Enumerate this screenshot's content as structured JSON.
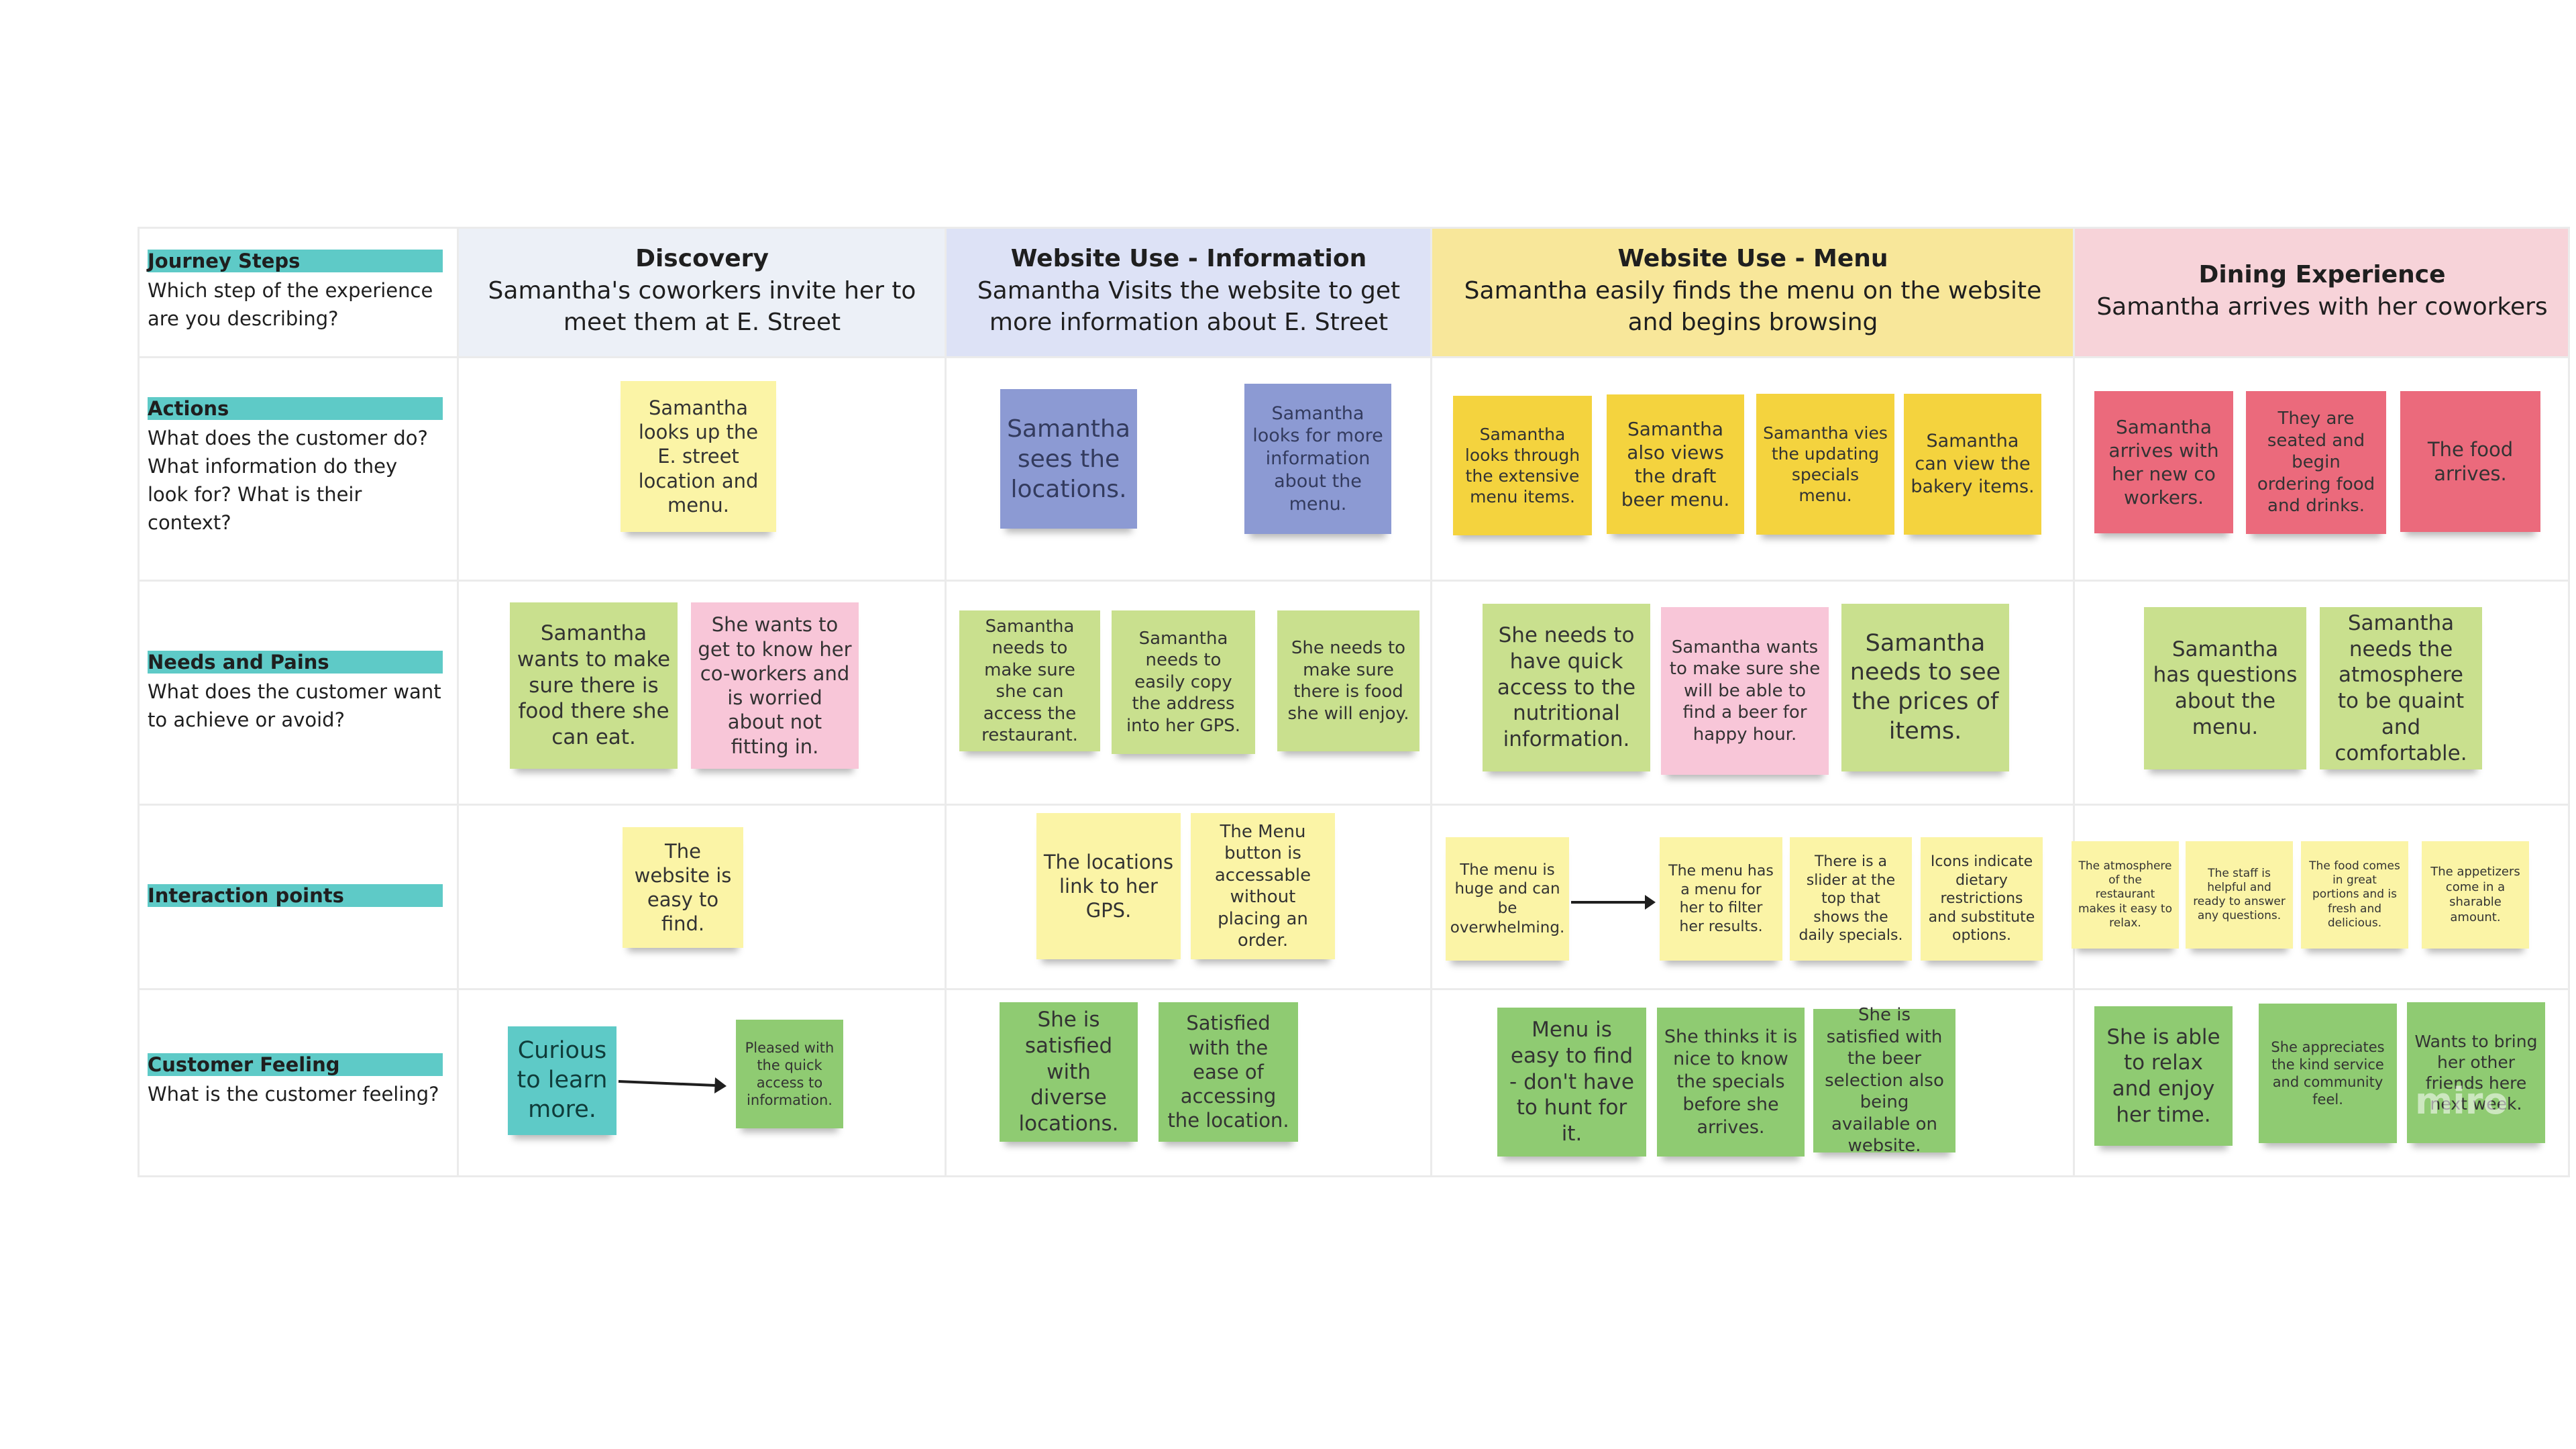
{
  "row_headers": {
    "journey_steps": {
      "title": "Journey Steps",
      "desc": "Which step of the experience are you describing?"
    },
    "actions": {
      "title": "Actions",
      "desc": "What does the customer do? What information do they look for? What is their context?"
    },
    "needs": {
      "title": "Needs and Pains",
      "desc": "What does the customer want to achieve or avoid?"
    },
    "interaction": {
      "title": "Interaction points",
      "desc": ""
    },
    "feeling": {
      "title": "Customer Feeling",
      "desc": "What is the customer feeling?"
    }
  },
  "stages": [
    {
      "title": "Discovery",
      "desc": "Samantha's coworkers invite her to meet them at E. Street",
      "color": "#ecf0f7"
    },
    {
      "title": "Website Use - Information",
      "desc": "Samantha Visits the website to get more information about E. Street",
      "color": "#dde2f6"
    },
    {
      "title": "Website Use - Menu",
      "desc": "Samantha easily finds the menu on the website and begins browsing",
      "color": "#f8e79a"
    },
    {
      "title": "Dining Experience",
      "desc": "Samantha arrives with her coworkers",
      "color": "#f7d3d9"
    }
  ],
  "notes": {
    "a1": "Samantha looks up the E. street location and menu.",
    "a2": "Samantha sees the locations.",
    "a3": "Samantha looks for more information about the menu.",
    "a4": "Samantha looks through the extensive menu items.",
    "a5": "Samantha also views the draft beer menu.",
    "a6": "Samantha vies the updating specials menu.",
    "a7": "Samantha can view the bakery items.",
    "a8": "Samantha arrives with her new co workers.",
    "a9": "They are seated and begin ordering food and drinks.",
    "a10": "The food arrives.",
    "n1": "Samantha wants to make sure there is food there she can eat.",
    "n2": "She wants to get to know her co-workers and is worried about not fitting in.",
    "n3": "Samantha needs to make sure she can access the restaurant.",
    "n4": "Samantha needs to easily copy the address into her GPS.",
    "n5": "She needs to make sure there is food she will enjoy.",
    "n6": "She needs to have quick access to the nutritional information.",
    "n7": "Samantha wants to make sure she will be able to find a beer for happy hour.",
    "n8": "Samantha needs to see the prices of items.",
    "n9": "Samantha has questions about the menu.",
    "n10": "Samantha needs the atmosphere to be quaint and comfortable.",
    "i1": "The website is easy to find.",
    "i2": "The locations link to her GPS.",
    "i3": "The Menu button is accessable without placing an order.",
    "i4": "The menu is huge and can be overwhelming.",
    "i5": "The menu has a menu for her to filter her results.",
    "i6": "There is a slider at the top that shows the daily specials.",
    "i7": "Icons indicate dietary restrictions and substitute options.",
    "i8": "The atmosphere of the restaurant makes it easy to relax.",
    "i9": "The staff is helpful and ready to answer any questions.",
    "i10": "The food comes in great portions and is fresh and delicious.",
    "i11": "The appetizers come in a sharable amount.",
    "f1": "Curious to learn more.",
    "f2": "Pleased with the quick access to information.",
    "f3": "She is satisfied with diverse locations.",
    "f4": "Satisfied with the ease of accessing the location.",
    "f5": "Menu is easy to find - don't have to hunt for it.",
    "f6": "She thinks it is nice to know the specials before she arrives.",
    "f7": "She is satisfied with the beer selection also being available on website.",
    "f8": "She is able to relax and enjoy her time.",
    "f9": "She appreciates the kind service and community feel.",
    "f10": "Wants to bring her other friends here next week."
  },
  "watermark": "miro"
}
